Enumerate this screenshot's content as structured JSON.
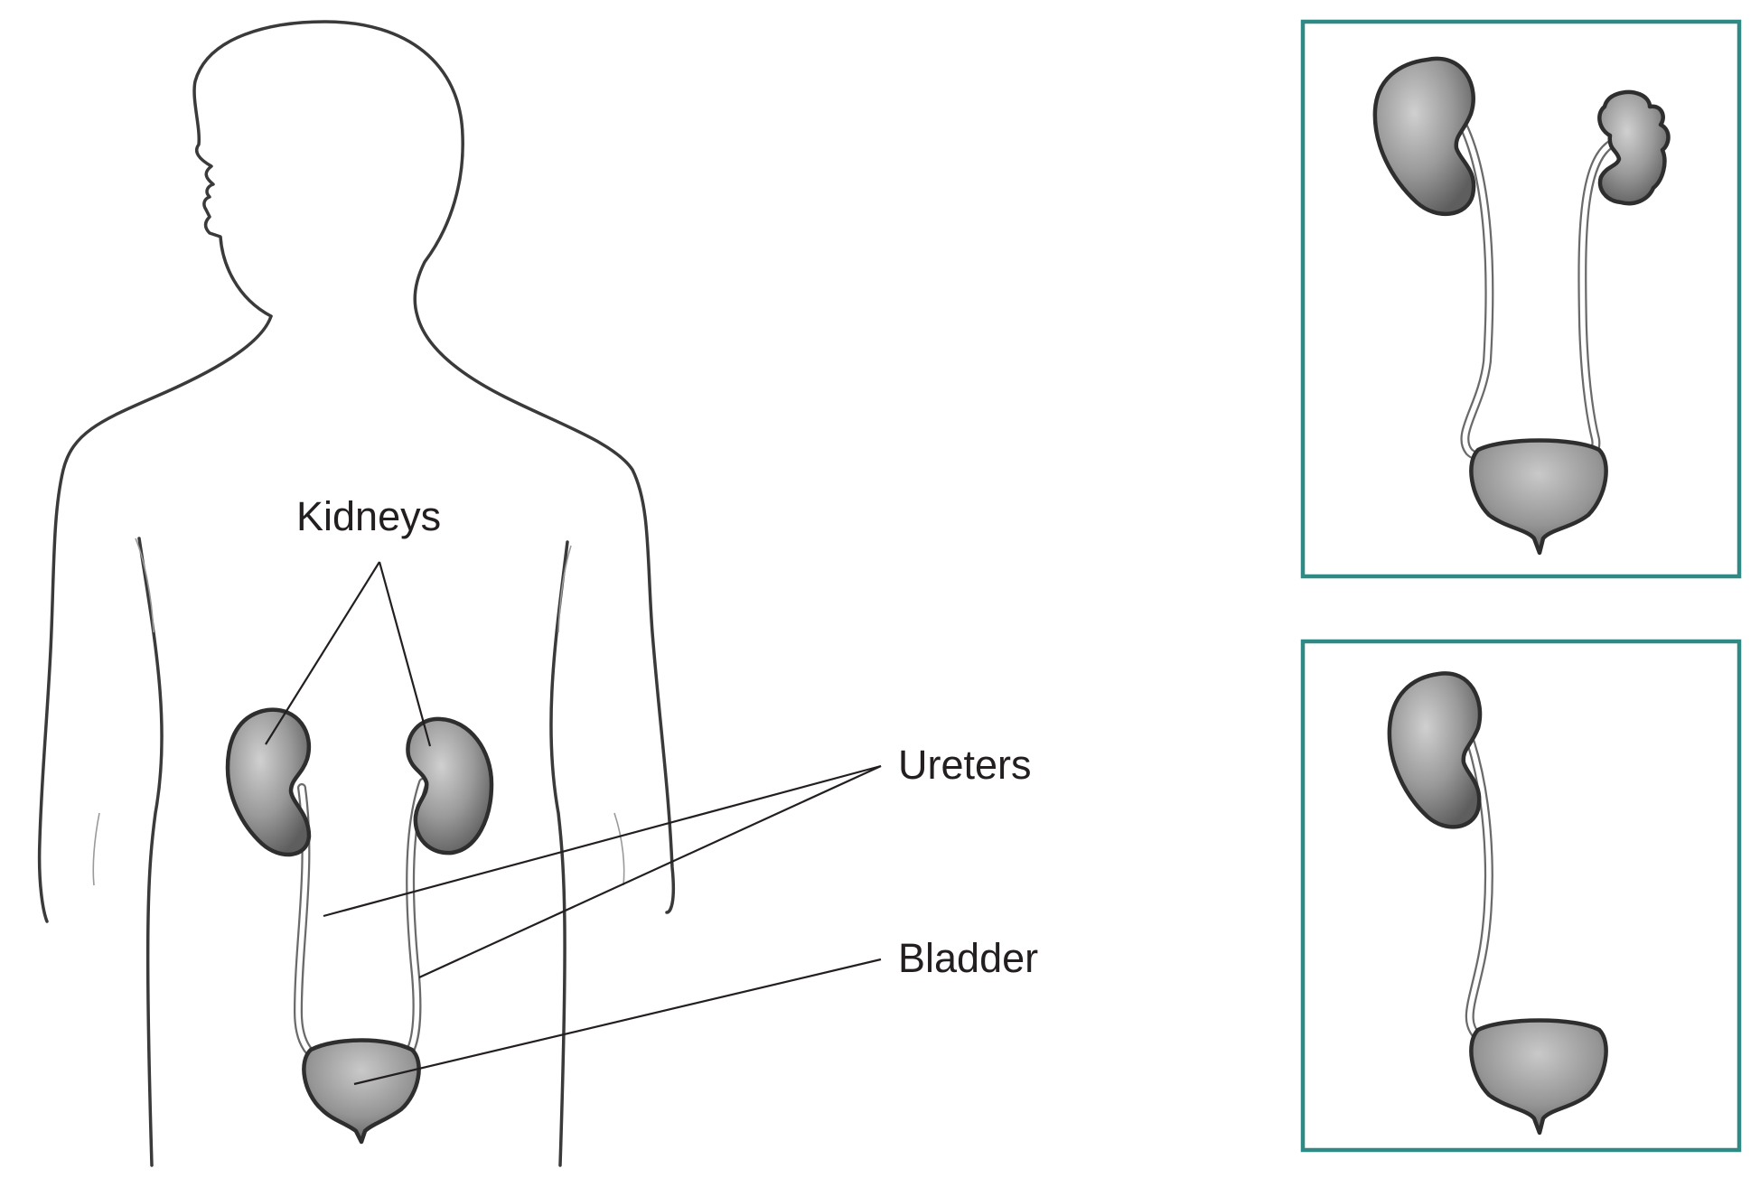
{
  "labels": {
    "kidneys": "Kidneys",
    "ureters": "Ureters",
    "bladder": "Bladder"
  },
  "colors": {
    "panel_border": "#2f8a86",
    "organ_fill": "#8c8c8c",
    "outline": "#3a3a3a",
    "text": "#231f20"
  }
}
